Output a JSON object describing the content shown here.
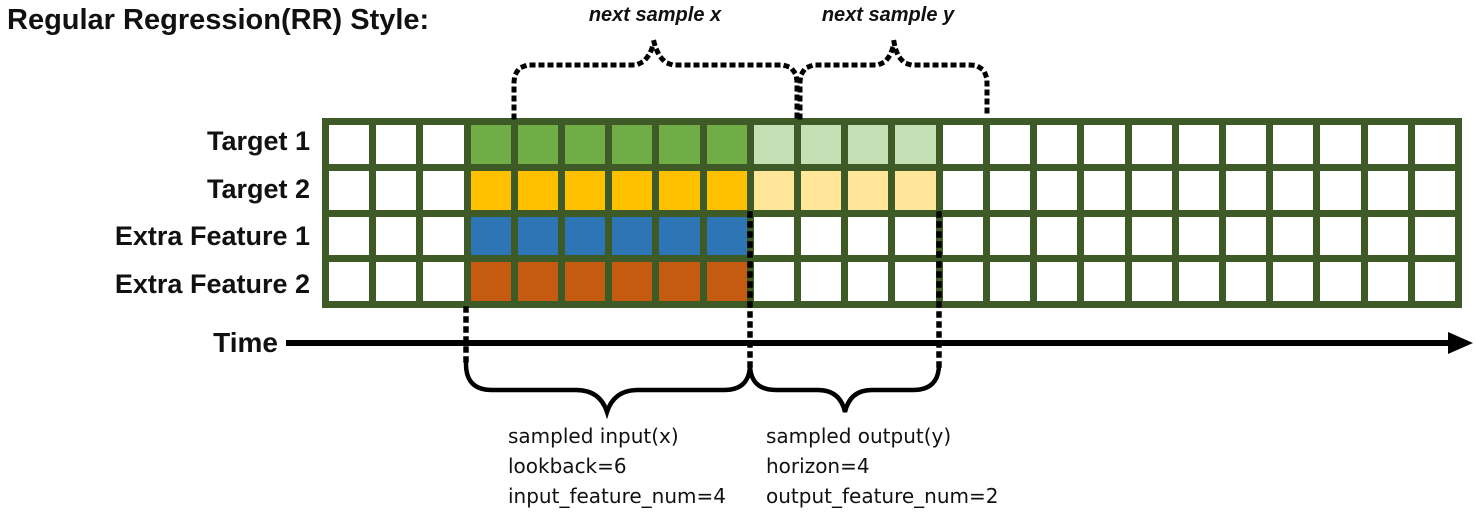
{
  "title": "Regular Regression(RR) Style:",
  "colors": {
    "grid_border": "#3E5A26",
    "cell_empty": "#FFFFFF",
    "annotation": "#000000"
  },
  "grid": {
    "columns": 24,
    "lead_empty_cols": 3,
    "input_cols": 6,
    "output_cols": 4,
    "rows": [
      {
        "label": "Target 1",
        "input_color": "#70AD47",
        "output_color": "#C5E0B4"
      },
      {
        "label": "Target 2",
        "input_color": "#FFC000",
        "output_color": "#FFE699"
      },
      {
        "label": "Extra Feature 1",
        "input_color": "#2E75B6",
        "output_color": null
      },
      {
        "label": "Extra Feature 2",
        "input_color": "#C55A11",
        "output_color": null
      }
    ]
  },
  "annotations": {
    "next_sample_x": "next sample x",
    "next_sample_y": "next sample y",
    "time_label": "Time",
    "sampled_input": {
      "line1": "sampled input(x)",
      "line2": "lookback=6",
      "line3": "input_feature_num=4"
    },
    "sampled_output": {
      "line1": "sampled output(y)",
      "line2": "horizon=4",
      "line3": "output_feature_num=2"
    }
  }
}
